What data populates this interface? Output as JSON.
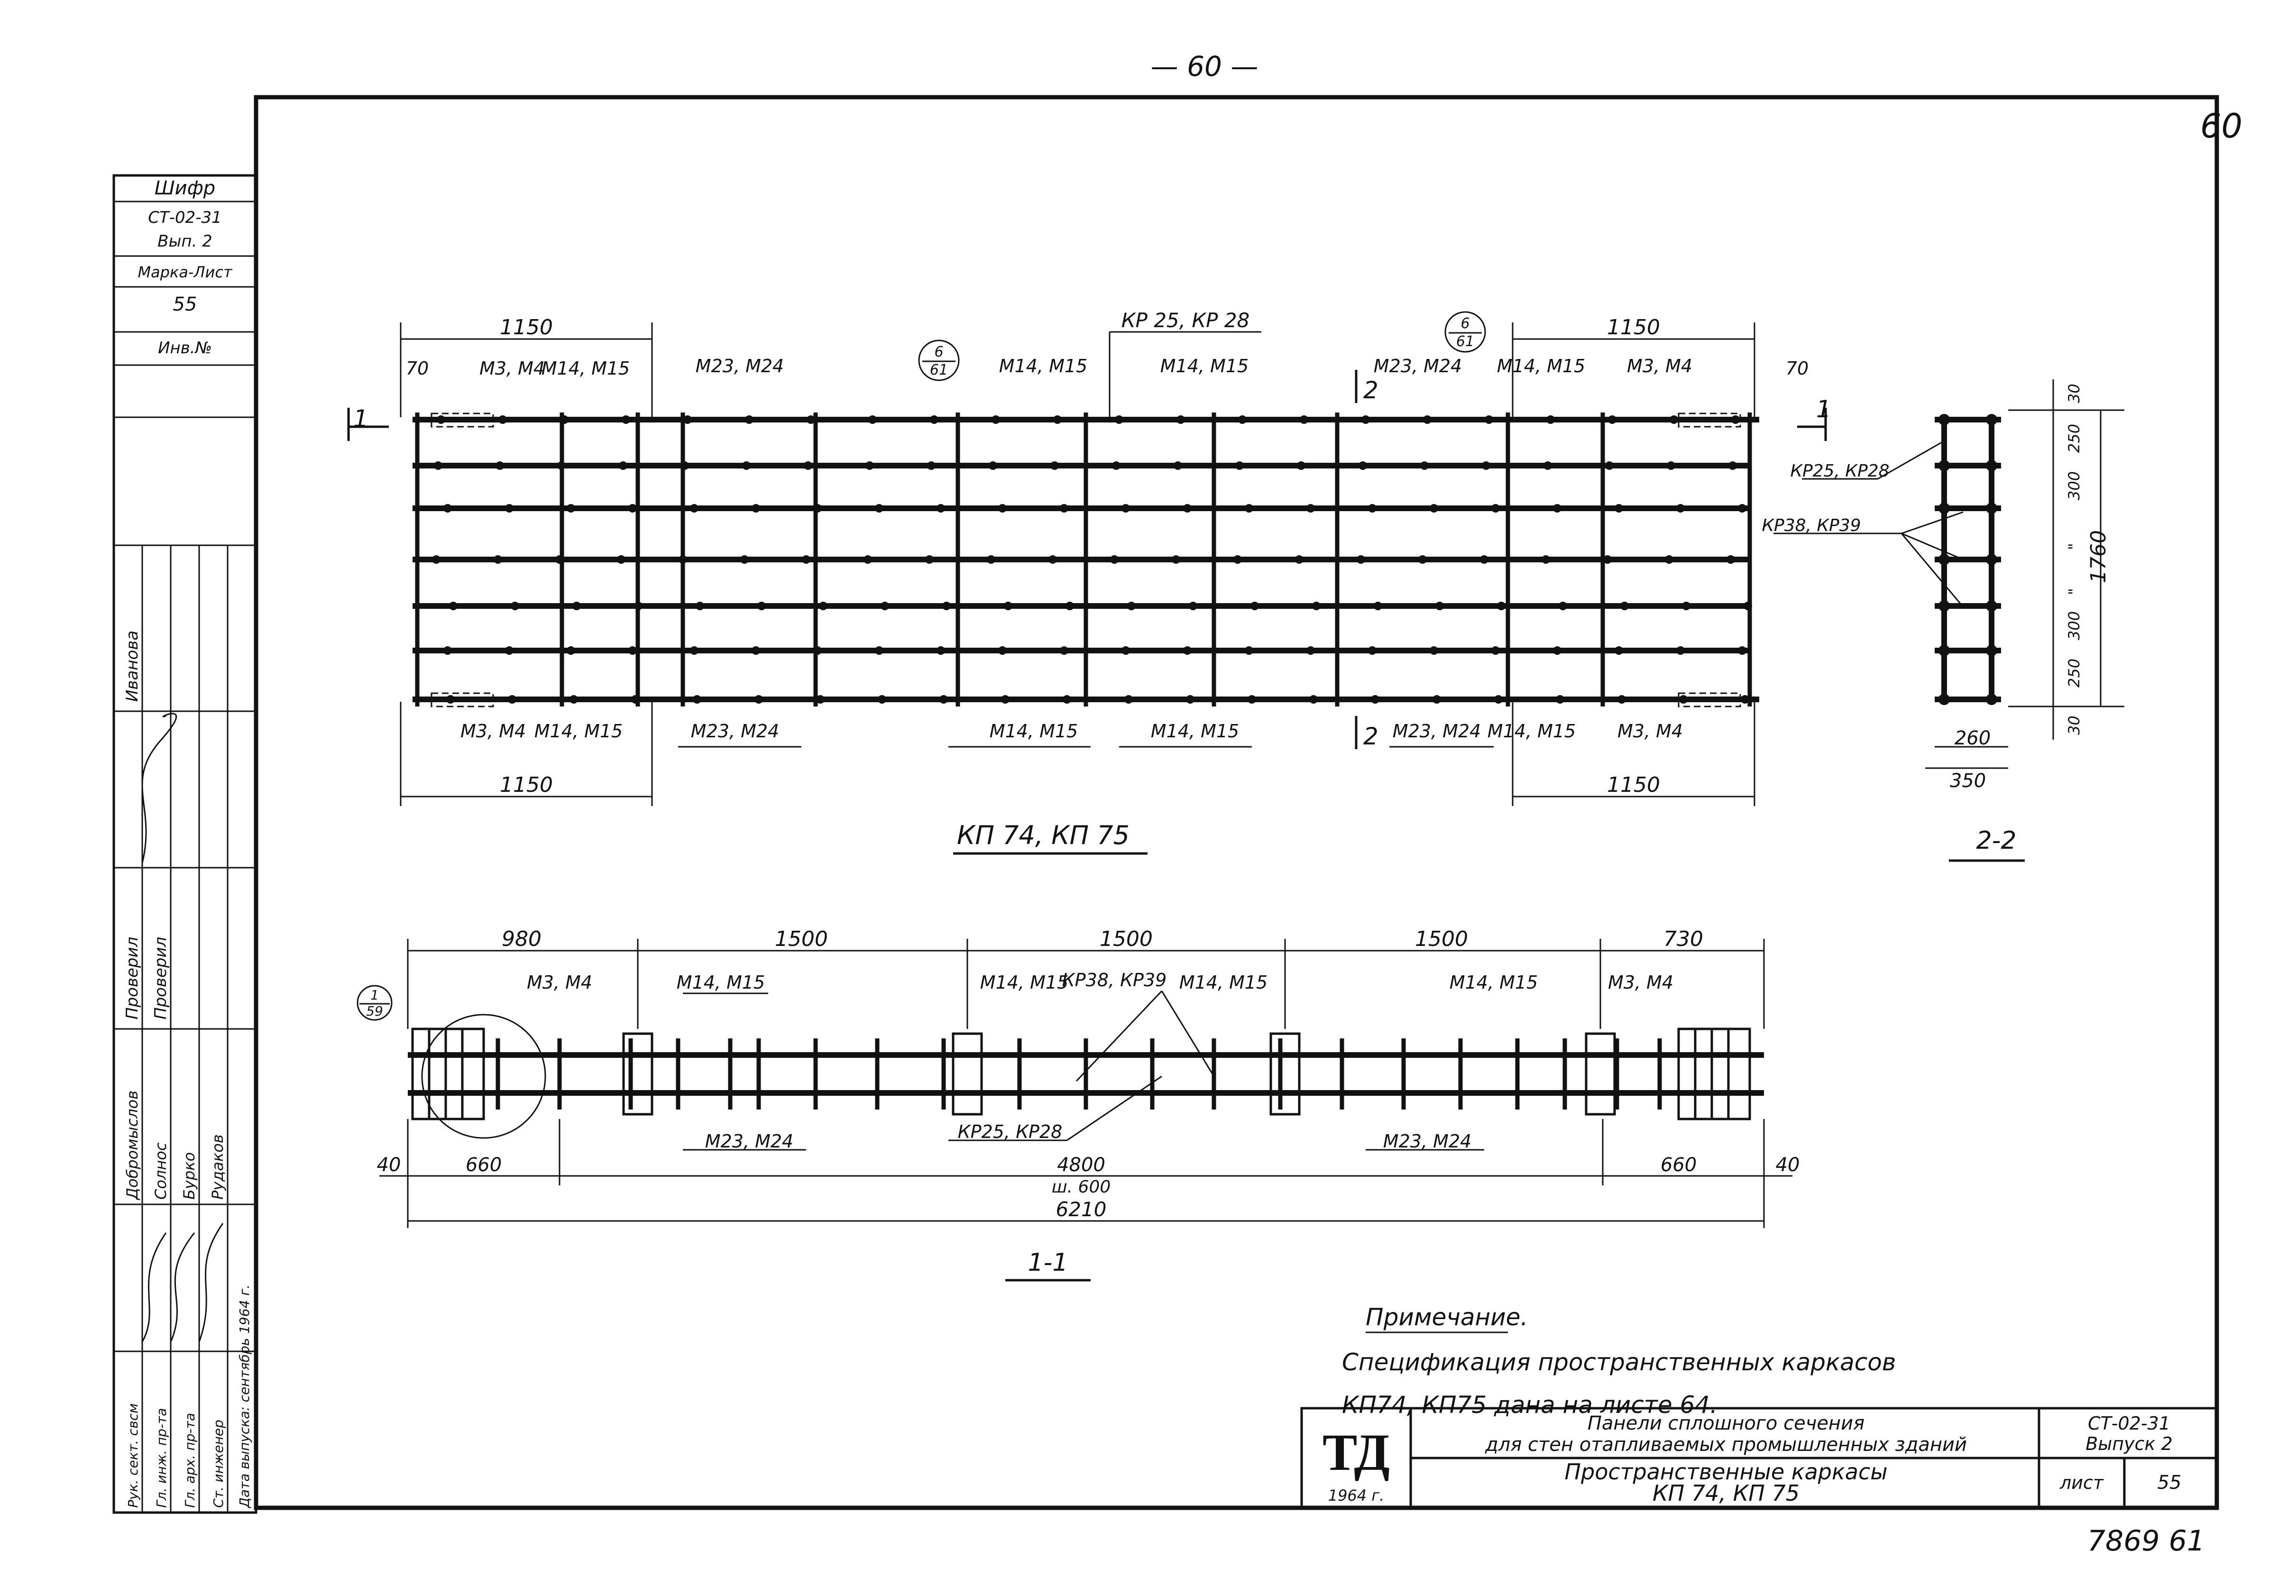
{
  "page_number_top": "— 60 —",
  "corner_number": "60",
  "bottom_number": "7869 61",
  "left_stamp": {
    "cipher_label": "Шифр",
    "cipher_value": "СТ-02-31",
    "issue": "Вып. 2",
    "mark_sheet_label": "Марка-Лист",
    "sheet": "55",
    "inv_label": "Инв.№",
    "checked_label_1": "Проверил",
    "checked_label_2": "Проверил",
    "names": [
      "Иванова",
      "Добромыслов",
      "Солнос",
      "Бурко",
      "Рудаков"
    ],
    "roles": [
      "Рук. сект. свсм",
      "Гл. инж. пр-та",
      "Гл. арх. пр-та",
      "Ст. инженер"
    ],
    "date_label": "Дата выпуска: сентябрь 1964 г."
  },
  "plan": {
    "title": "КП 74, КП 75",
    "top_left_dim": "1150",
    "top_right_dim": "1150",
    "bottom_left_dim": "1150",
    "bottom_right_dim": "1150",
    "end_dim_left": "70",
    "end_dim_right": "70",
    "center_label": "КР 25, КР 28",
    "section_mark_1": "1",
    "section_mark_2": "2",
    "callout_1": {
      "num": "6",
      "sheet": "61"
    },
    "callout_2": {
      "num": "6",
      "sheet": "61"
    },
    "top_labels": [
      "М3, М4",
      "М14, М15",
      "М23, М24",
      "М14, М15",
      "М14, М15",
      "М23, М24",
      "М14, М15",
      "М3, М4"
    ],
    "bottom_labels": [
      "М3, М4",
      "М14, М15",
      "М23, М24",
      "М14, М15",
      "М14, М15",
      "М23, М24",
      "М14, М15",
      "М3, М4"
    ]
  },
  "section22": {
    "title": "2-2",
    "label_a": "КР25, КР28",
    "label_b": "КР38, КР39",
    "dims_right": [
      "30",
      "250",
      "300",
      "\"",
      "\"",
      "300",
      "250",
      "30"
    ],
    "overall": "1760",
    "width_inner": "260",
    "width_outer": "350"
  },
  "section11": {
    "title": "1-1",
    "top_dims": [
      "980",
      "1500",
      "1500",
      "1500",
      "730"
    ],
    "callout": {
      "num": "1",
      "sheet": "59"
    },
    "top_labels": [
      "М3, М4",
      "М14, М15",
      "М14, М15",
      "КР38, КР39",
      "М14, М15",
      "М14, М15",
      "М3, М4"
    ],
    "bottom_labels": [
      "М23, М24",
      "КР25, КР28",
      "М23, М24"
    ],
    "bottom_dims": [
      "40",
      "660",
      "4800",
      "ш. 600",
      "660",
      "40"
    ],
    "overall": "6210"
  },
  "note": {
    "title": "Примечание.",
    "line1": "Спецификация пространственных каркасов",
    "line2": "КП74, КП75 дана на листе 64."
  },
  "title_block": {
    "logo": "ТД",
    "year": "1964 г.",
    "title_line1": "Панели сплошного сечения",
    "title_line2": "для стен отапливаемых промышленных зданий",
    "subtitle_line1": "Пространственные каркасы",
    "subtitle_line2": "КП 74, КП 75",
    "code": "СТ-02-31",
    "issue": "Выпуск 2",
    "sheet_label": "лист",
    "sheet_num": "55"
  }
}
